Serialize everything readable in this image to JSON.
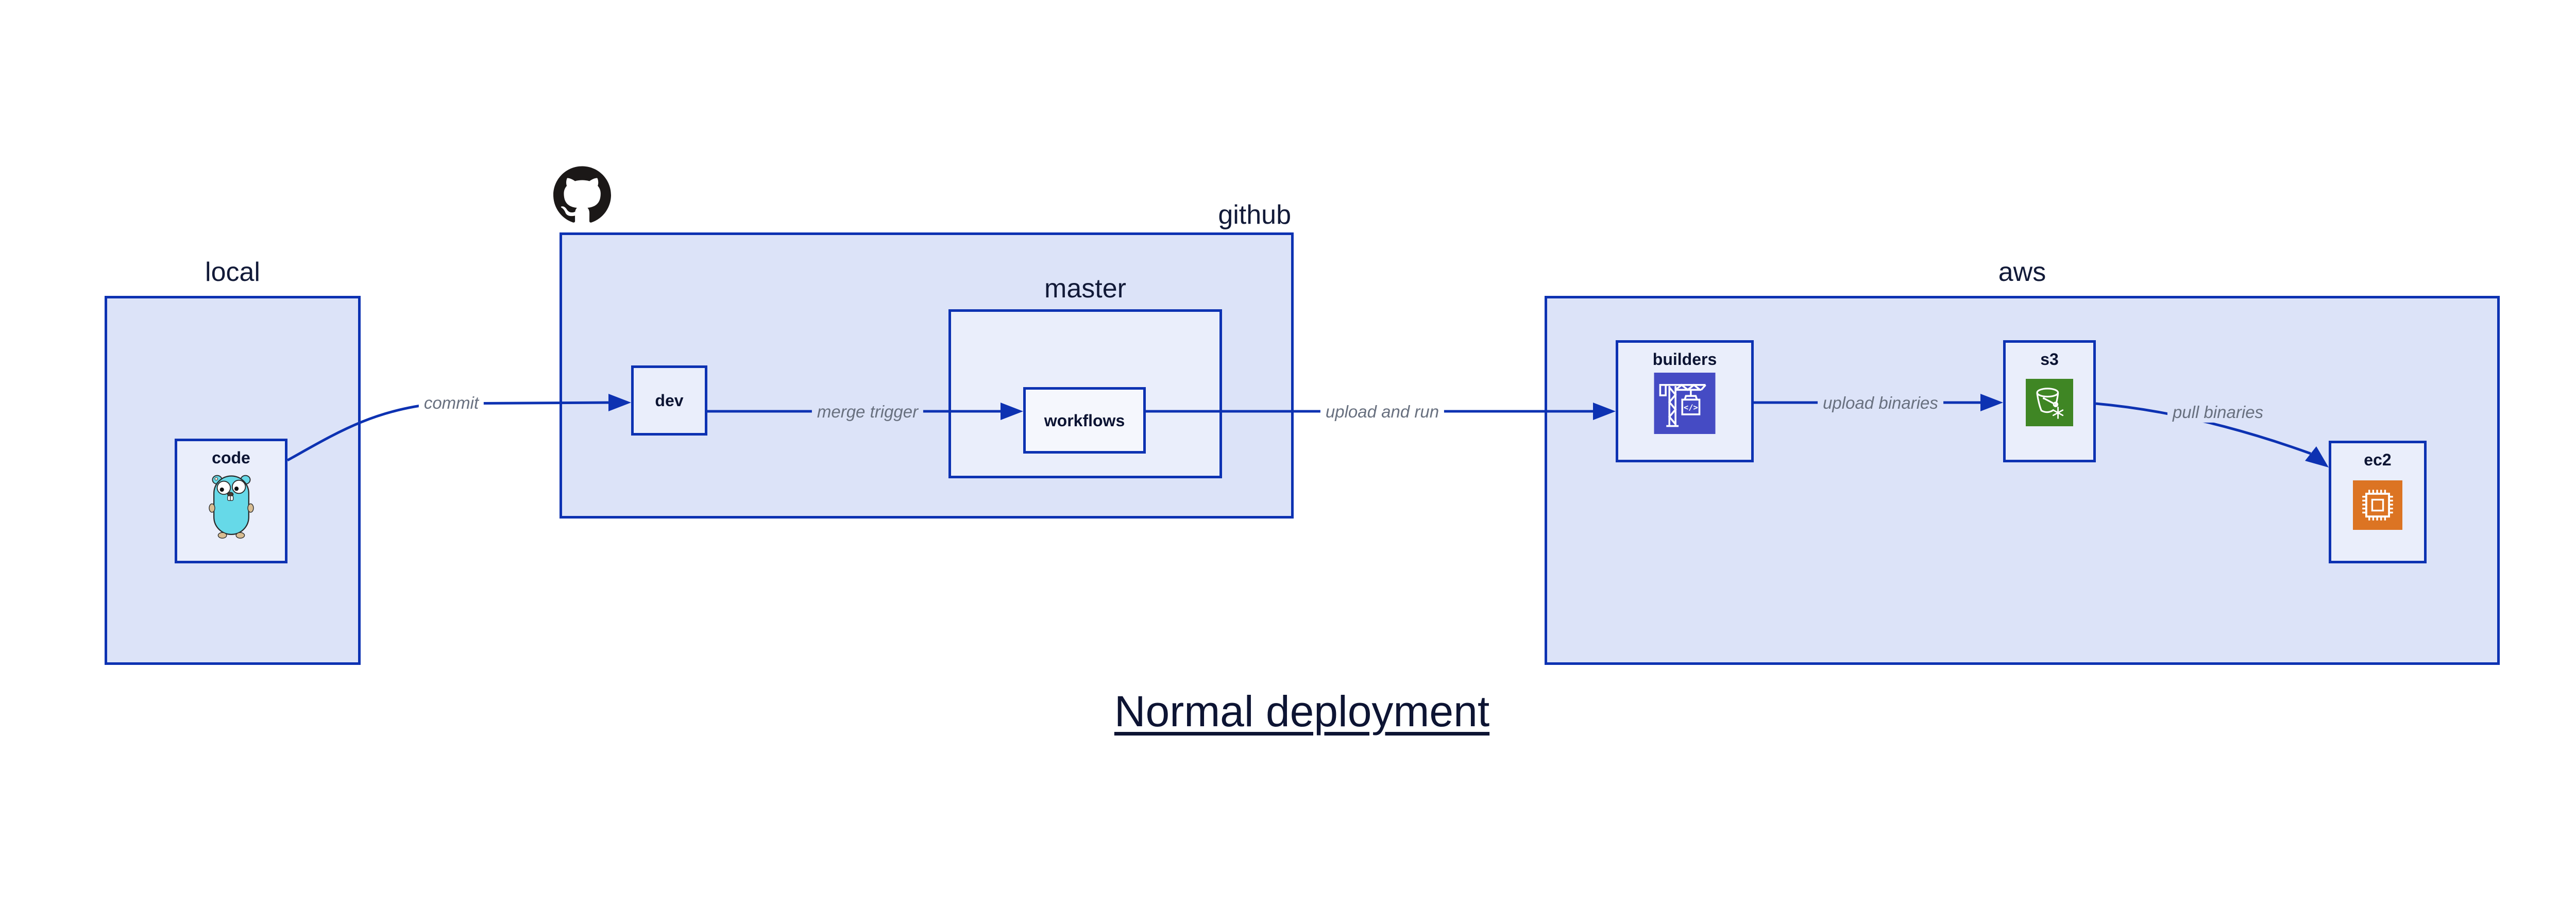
{
  "title": "Normal deployment",
  "containers": {
    "local": {
      "label": "local"
    },
    "github": {
      "label": "github"
    },
    "master": {
      "label": "master"
    },
    "aws": {
      "label": "aws"
    }
  },
  "nodes": {
    "code": {
      "label": "code",
      "icon": "go-gopher"
    },
    "dev": {
      "label": "dev"
    },
    "workflows": {
      "label": "workflows"
    },
    "builders": {
      "label": "builders",
      "icon": "aws-codebuild"
    },
    "s3": {
      "label": "s3",
      "icon": "aws-s3-glacier-bucket"
    },
    "ec2": {
      "label": "ec2",
      "icon": "aws-ec2-chip"
    }
  },
  "edges": [
    {
      "from": "code",
      "to": "dev",
      "label": "commit"
    },
    {
      "from": "dev",
      "to": "workflows",
      "label": "merge trigger"
    },
    {
      "from": "workflows",
      "to": "builders",
      "label": "upload and run"
    },
    {
      "from": "builders",
      "to": "s3",
      "label": "upload binaries"
    },
    {
      "from": "s3",
      "to": "ec2",
      "label": "pull binaries"
    }
  ],
  "icons": {
    "github_logo": "github-octocat",
    "codebuild_glyph": "</>"
  },
  "colors": {
    "stroke_blue": "#0d32b2",
    "container_fill": "#dce3f8",
    "node_fill": "#eaeefb",
    "inner_node_fill": "#f5f7fd",
    "label_navy": "#0c1433",
    "edge_label_gray": "#68707f",
    "codebuild_bg": "#454bc4",
    "s3_glacier_bg": "#3f8624",
    "ec2_bg": "#dc7423",
    "gopher_teal": "#66d9e8",
    "github_black": "#1b1817"
  }
}
